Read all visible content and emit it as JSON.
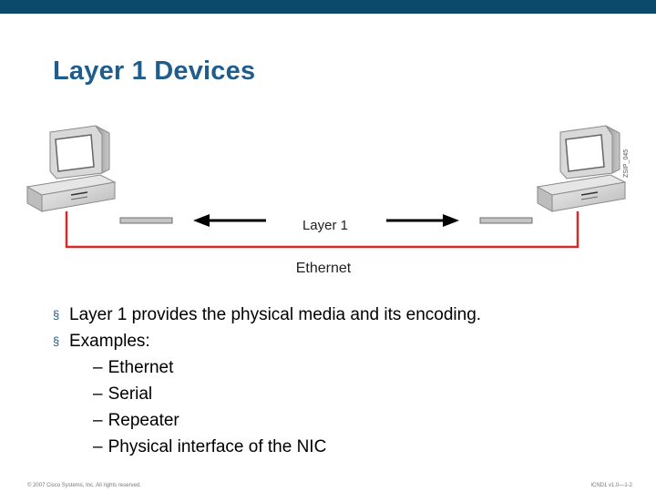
{
  "slide": {
    "title": "Layer 1 Devices"
  },
  "diagram": {
    "layer_label": "Layer 1",
    "ethernet_label": "Ethernet",
    "side_code": "ZSIP_045",
    "line_color": "#d42a2a"
  },
  "bullets": {
    "items": [
      "Layer 1 provides the physical media and its encoding.",
      "Examples:"
    ],
    "examples": [
      "Ethernet",
      "Serial",
      "Repeater",
      "Physical interface of the NIC"
    ],
    "dash": "–",
    "marker": "§"
  },
  "footer": {
    "copyright": "© 2007 Cisco Systems, Inc. All rights reserved.",
    "course": "ICND1 v1.0—1-2"
  },
  "colors": {
    "top_bar": "#0b4a6a",
    "title": "#1f5d8c"
  }
}
